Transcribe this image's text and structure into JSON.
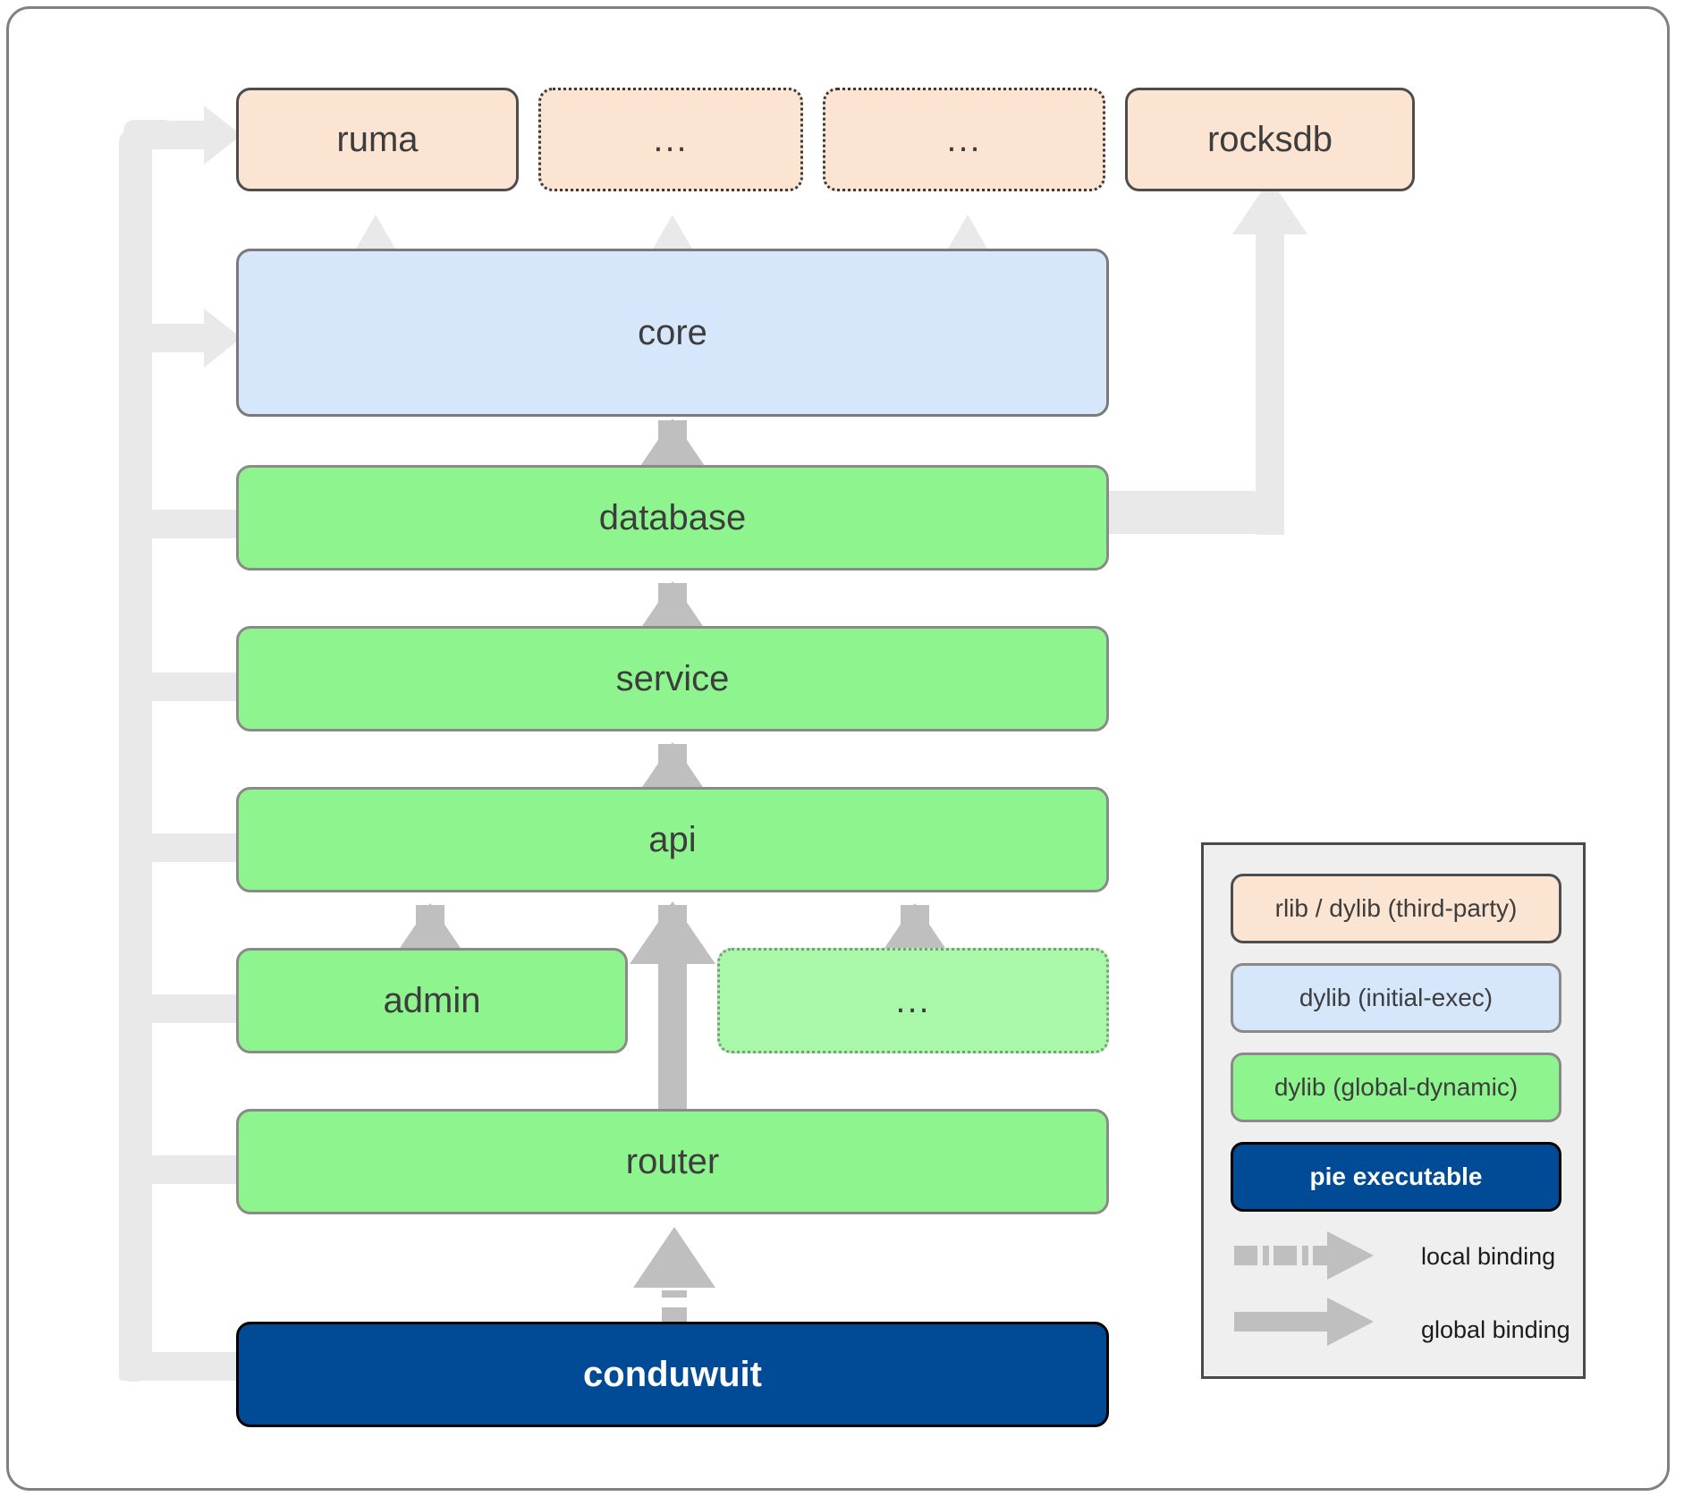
{
  "diagram": {
    "title": "conduwuit dynamic linking layer architecture",
    "type": "layered-dependency-graph"
  },
  "nodes": {
    "ruma": {
      "label": "ruma",
      "kind": "rlib-dylib-third-party",
      "style": "solid",
      "color": "#fce4d3"
    },
    "third_a": {
      "label": "...",
      "kind": "rlib-dylib-third-party",
      "style": "dotted",
      "color": "#fce4d3"
    },
    "third_b": {
      "label": "...",
      "kind": "rlib-dylib-third-party",
      "style": "dotted",
      "color": "#fce4d3"
    },
    "rocksdb": {
      "label": "rocksdb",
      "kind": "rlib-dylib-third-party",
      "style": "solid",
      "color": "#fce4d3"
    },
    "core": {
      "label": "core",
      "kind": "dylib-initial-exec",
      "style": "solid",
      "color": "#d6e7fb"
    },
    "database": {
      "label": "database",
      "kind": "dylib-global-dynamic",
      "style": "solid",
      "color": "#8ef58e"
    },
    "service": {
      "label": "service",
      "kind": "dylib-global-dynamic",
      "style": "solid",
      "color": "#8ef58e"
    },
    "api": {
      "label": "api",
      "kind": "dylib-global-dynamic",
      "style": "solid",
      "color": "#8ef58e"
    },
    "admin": {
      "label": "admin",
      "kind": "dylib-global-dynamic",
      "style": "solid",
      "color": "#8ef58e"
    },
    "more_mod": {
      "label": "...",
      "kind": "dylib-global-dynamic",
      "style": "dotted",
      "color": "#a9f7a9"
    },
    "router": {
      "label": "router",
      "kind": "dylib-global-dynamic",
      "style": "solid",
      "color": "#8ef58e"
    },
    "conduwuit": {
      "label": "conduwuit",
      "kind": "pie-executable",
      "style": "solid",
      "color": "#004a96"
    }
  },
  "edges": [
    {
      "from": "core",
      "to": "ruma",
      "binding": "global",
      "tone": "light"
    },
    {
      "from": "core",
      "to": "third_a",
      "binding": "global",
      "tone": "light"
    },
    {
      "from": "core",
      "to": "third_b",
      "binding": "global",
      "tone": "light"
    },
    {
      "from": "database",
      "to": "rocksdb",
      "binding": "global",
      "tone": "light"
    },
    {
      "from": "database",
      "to": "core",
      "binding": "global",
      "tone": "medium"
    },
    {
      "from": "service",
      "to": "database",
      "binding": "global",
      "tone": "medium"
    },
    {
      "from": "api",
      "to": "service",
      "binding": "global",
      "tone": "medium"
    },
    {
      "from": "admin",
      "to": "api",
      "binding": "global",
      "tone": "medium"
    },
    {
      "from": "more_mod",
      "to": "api",
      "binding": "global",
      "tone": "medium"
    },
    {
      "from": "router",
      "to": "api",
      "binding": "global",
      "tone": "medium"
    },
    {
      "from": "conduwuit",
      "to": "router",
      "binding": "local",
      "tone": "medium"
    },
    {
      "from": "conduwuit",
      "to": "ruma",
      "binding": "global",
      "tone": "light"
    },
    {
      "from": "conduwuit",
      "to": "core",
      "binding": "global",
      "tone": "light"
    },
    {
      "from": "conduwuit",
      "to": "database",
      "binding": "global",
      "tone": "light"
    },
    {
      "from": "conduwuit",
      "to": "service",
      "binding": "global",
      "tone": "light"
    },
    {
      "from": "conduwuit",
      "to": "api",
      "binding": "global",
      "tone": "light"
    },
    {
      "from": "conduwuit",
      "to": "admin",
      "binding": "global",
      "tone": "light"
    },
    {
      "from": "conduwuit",
      "to": "router",
      "binding": "global",
      "tone": "light"
    }
  ],
  "legend": {
    "chips": [
      {
        "label": "rlib / dylib (third-party)",
        "color": "#fce4d3",
        "text_color": "#3d3d3d"
      },
      {
        "label": "dylib (initial-exec)",
        "color": "#d6e7fb",
        "text_color": "#3d3d3d"
      },
      {
        "label": "dylib (global-dynamic)",
        "color": "#8ef58e",
        "text_color": "#3d3d3d"
      },
      {
        "label": "pie executable",
        "color": "#004a96",
        "text_color": "#ffffff"
      }
    ],
    "bindings": [
      {
        "label": "local binding",
        "style": "dashed",
        "color": "#bfbfbf"
      },
      {
        "label": "global binding",
        "style": "solid",
        "color": "#bfbfbf"
      }
    ]
  },
  "colors": {
    "frame_border": "#808080",
    "arrow_light": "#e9e9e9",
    "arrow_medium": "#bfbfbf",
    "canvas": "#ffffff",
    "legend_bg": "#efefef"
  }
}
